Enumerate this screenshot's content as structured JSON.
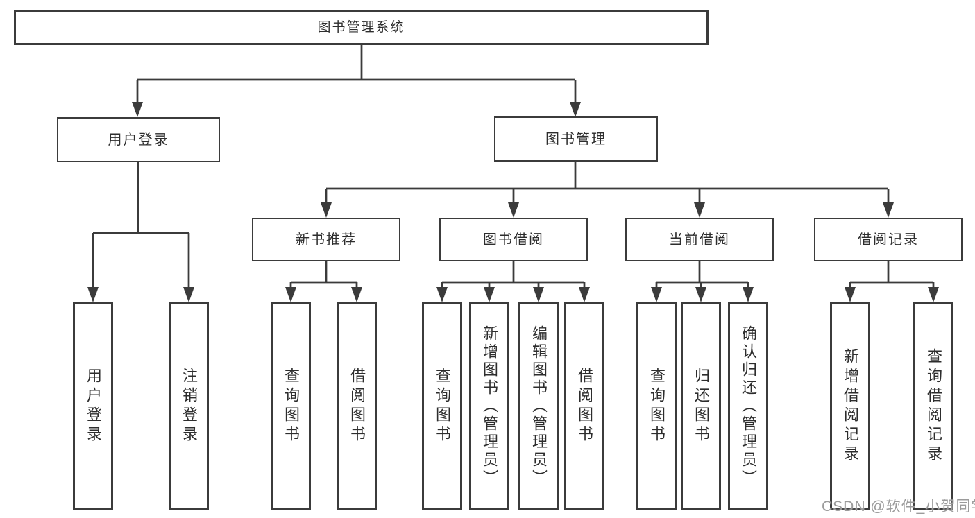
{
  "diagram": {
    "title_node": {
      "label": "图书管理系统"
    },
    "level2": [
      {
        "id": "user-login",
        "label": "用户登录"
      },
      {
        "id": "book-management",
        "label": "图书管理"
      }
    ],
    "level3": [
      {
        "id": "new-book-recommendation",
        "label": "新书推荐",
        "parent": "图书管理"
      },
      {
        "id": "book-borrowing",
        "label": "图书借阅",
        "parent": "图书管理"
      },
      {
        "id": "current-borrowing",
        "label": "当前借阅",
        "parent": "图书管理"
      },
      {
        "id": "borrowing-records",
        "label": "借阅记录",
        "parent": "图书管理"
      }
    ],
    "leaves": [
      {
        "id": "user-login-leaf",
        "label": "用户登录",
        "parent": "用户登录"
      },
      {
        "id": "logout",
        "label": "注销登录",
        "parent": "用户登录"
      },
      {
        "id": "query-book-newrec",
        "label": "查询图书",
        "parent": "新书推荐"
      },
      {
        "id": "borrow-book-newrec",
        "label": "借阅图书",
        "parent": "新书推荐"
      },
      {
        "id": "query-book-borrowing",
        "label": "查询图书",
        "parent": "图书借阅"
      },
      {
        "id": "add-book-admin",
        "label": "新增图书（管理员）",
        "parent": "图书借阅"
      },
      {
        "id": "edit-book-admin",
        "label": "编辑图书（管理员）",
        "parent": "图书借阅"
      },
      {
        "id": "borrow-book-borrowing",
        "label": "借阅图书",
        "parent": "图书借阅"
      },
      {
        "id": "query-book-current",
        "label": "查询图书",
        "parent": "当前借阅"
      },
      {
        "id": "return-book",
        "label": "归还图书",
        "parent": "当前借阅"
      },
      {
        "id": "confirm-return-admin",
        "label": "确认归还（管理员）",
        "parent": "当前借阅"
      },
      {
        "id": "add-borrow-record",
        "label": "新增借阅记录",
        "parent": "借阅记录"
      },
      {
        "id": "query-borrow-record",
        "label": "查询借阅记录",
        "parent": "借阅记录"
      }
    ]
  },
  "watermark": {
    "text": "CSDN @软件_小贺同学"
  },
  "colors": {
    "line": "#3b3b3b",
    "text": "#2d2d2d",
    "background": "#ffffff",
    "watermark": "#9b9b9b"
  }
}
